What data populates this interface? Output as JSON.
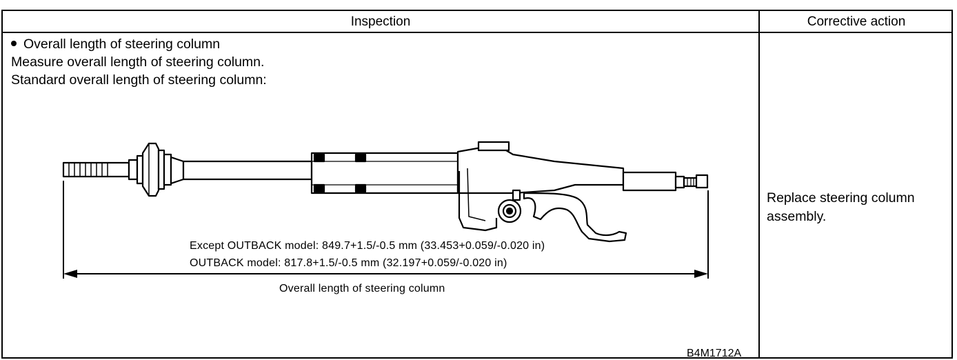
{
  "header": {
    "inspection": "Inspection",
    "corrective_action": "Corrective action"
  },
  "inspection": {
    "title": "Overall length of steering column",
    "instruction": "Measure overall length of steering column.",
    "standard_label": "Standard overall length of steering column:",
    "figure": {
      "except_outback": "Except OUTBACK model: 849.7+1.5/-0.5 mm (33.453+0.059/-0.020 in)",
      "outback": "OUTBACK model: 817.8+1.5/-0.5 mm (32.197+0.059/-0.020 in)",
      "dimension_label": "Overall length of steering column",
      "figure_id": "B4M1712A"
    }
  },
  "corrective_action": {
    "text": "Replace steering column assembly."
  }
}
